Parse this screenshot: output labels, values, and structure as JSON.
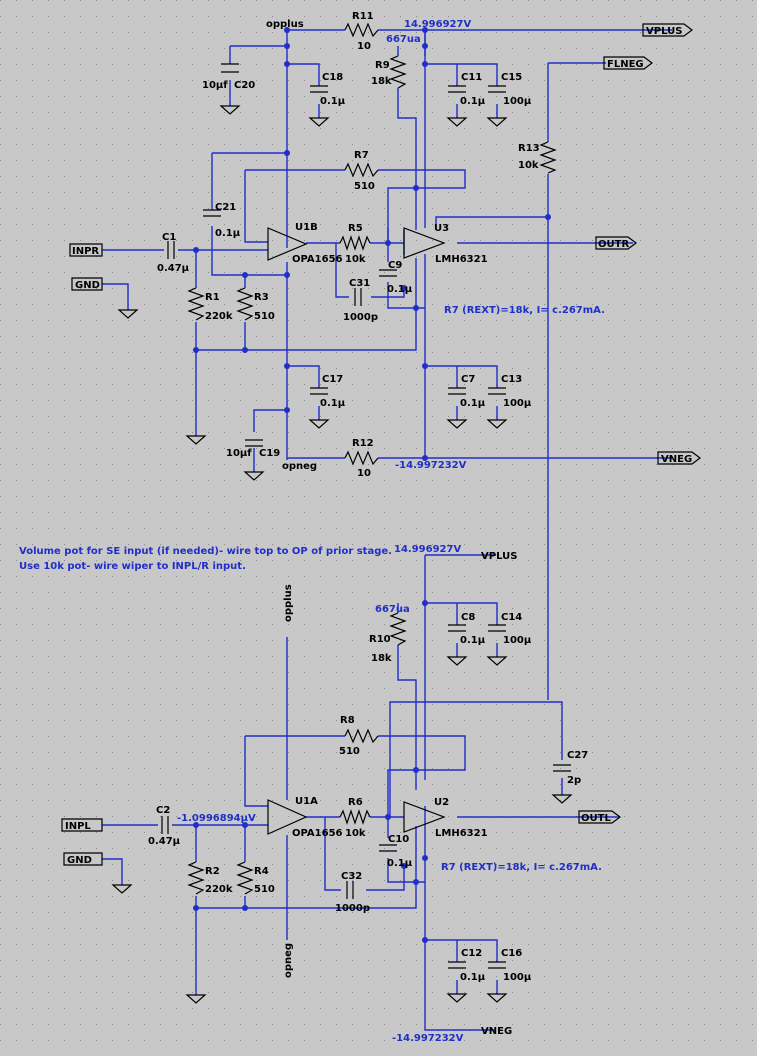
{
  "colors": {
    "background": "#c8c8c8",
    "wire": "#1f2fc8",
    "component": "#000000",
    "annotation": "#1f2fc8"
  },
  "ports": {
    "vplus_top": "VPLUS",
    "flneg": "FLNEG",
    "outr": "OUTR",
    "vneg_top": "VNEG",
    "inpr": "INPR",
    "gnd_top": "GND",
    "inpl": "INPL",
    "gnd_bot": "GND",
    "outl": "OUTL",
    "vplus_bot": "VPLUS",
    "vneg_bot": "VNEG"
  },
  "nets": {
    "opplus_top": "opplus",
    "opneg_top": "opneg",
    "opplus_bot": "opplus",
    "opneg_bot": "opneg"
  },
  "voltages": {
    "v1": "14.996927V",
    "v2": "-14.997232V",
    "v3": "14.996927V",
    "v4": "-14.997232V",
    "v5": "-1.0996894µV"
  },
  "currents": {
    "i1": "667ua",
    "i2": "667ua"
  },
  "components": {
    "R11": {
      "name": "R11",
      "value": "10"
    },
    "R12": {
      "name": "R12",
      "value": "10"
    },
    "R9": {
      "name": "R9",
      "value": "18k"
    },
    "R10": {
      "name": "R10",
      "value": "18k"
    },
    "R13": {
      "name": "R13",
      "value": "10k"
    },
    "R7": {
      "name": "R7",
      "value": "510"
    },
    "R8": {
      "name": "R8",
      "value": "510"
    },
    "R5": {
      "name": "R5",
      "value": "10k"
    },
    "R6": {
      "name": "R6",
      "value": "10k"
    },
    "R1": {
      "name": "R1",
      "value": "220k"
    },
    "R2": {
      "name": "R2",
      "value": "220k"
    },
    "R3": {
      "name": "R3",
      "value": "510"
    },
    "R4": {
      "name": "R4",
      "value": "510"
    },
    "C20": {
      "name": "C20",
      "value": "10µf"
    },
    "C19": {
      "name": "C19",
      "value": "10µf"
    },
    "C18": {
      "name": "C18",
      "value": "0.1µ"
    },
    "C17": {
      "name": "C17",
      "value": "0.1µ"
    },
    "C11": {
      "name": "C11",
      "value": "0.1µ"
    },
    "C15": {
      "name": "C15",
      "value": "100µ"
    },
    "C7": {
      "name": "C7",
      "value": "0.1µ"
    },
    "C13": {
      "name": "C13",
      "value": "100µ"
    },
    "C8": {
      "name": "C8",
      "value": "0.1µ"
    },
    "C14": {
      "name": "C14",
      "value": "100µ"
    },
    "C12": {
      "name": "C12",
      "value": "0.1µ"
    },
    "C16": {
      "name": "C16",
      "value": "100µ"
    },
    "C21": {
      "name": "C21",
      "value": "0.1µ"
    },
    "C1": {
      "name": "C1",
      "value": "0.47µ"
    },
    "C2": {
      "name": "C2",
      "value": "0.47µ"
    },
    "C9": {
      "name": "C9",
      "value": "0.1µ"
    },
    "C10": {
      "name": "C10",
      "value": "0.1µ"
    },
    "C31": {
      "name": "C31",
      "value": "1000p"
    },
    "C32": {
      "name": "C32",
      "value": "1000p"
    },
    "C27": {
      "name": "C27",
      "value": "2p"
    },
    "U1B": {
      "name": "U1B",
      "value": "OPA1656"
    },
    "U1A": {
      "name": "U1A",
      "value": "OPA1656"
    },
    "U3": {
      "name": "U3",
      "value": "LMH6321"
    },
    "U2": {
      "name": "U2",
      "value": "LMH6321"
    }
  },
  "notes": {
    "rext_top": "R7 (REXT)=18k, I= c.267mA.",
    "rext_bot": "R7 (REXT)=18k, I= c.267mA.",
    "volume_1": "Volume pot for SE input (if needed)-  wire top to OP of prior stage.",
    "volume_2": "Use 10k pot- wire wiper to INPL/R input."
  }
}
